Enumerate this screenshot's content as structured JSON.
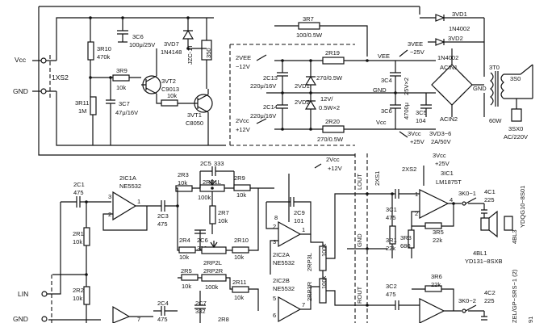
{
  "labels": {
    "vcc": "Vcc",
    "gnd": "GND",
    "xs2": "1XS2",
    "r10": "3R10",
    "r10v": "470k",
    "c6t": "3C6",
    "c6tv": "100μ/25V",
    "vd7": "3VD7",
    "vd7v": "1N4148",
    "jzc": "JZC-1T",
    "k350": "350",
    "r9": "3R9",
    "r9v": "10k",
    "vt2": "3VT2",
    "vt2v": "C9013",
    "r11": "3R11",
    "r11v": "1M",
    "c7": "3C7",
    "c7v": "47μ/16V",
    "r10k": "10k",
    "vt1": "3VT1",
    "vt1v": "C8050",
    "r7t": "3R7",
    "r7tv": "100/0.5W",
    "vee_ps": "2VEE",
    "m12": "−12V",
    "vee": "VEE",
    "vee25": "3VEE",
    "m25": "−25V",
    "c13": "2C13",
    "c13v": "220μ/16V",
    "r19": "2R19",
    "r19v": "270/0.5W",
    "vd1x": "2VD1",
    "c14": "2C14",
    "c14v": "220μ/16V",
    "vd2x": "2VD2",
    "v12": "12V/",
    "v05": "0.5W×2",
    "r20": "2R20",
    "r20v": "270/0.5W",
    "vcc_ps": "2Vcc",
    "p12": "+12V",
    "vccr": "Vcc",
    "c4": "3C4",
    "c4v": "25V×2",
    "c4v2": "4700μ",
    "c6b": "3C6",
    "c5": "3C5",
    "c5v": "104",
    "acin1": "ACIN1",
    "acin2": "ACIN2",
    "vd3": "3VD3~6",
    "vd3v": "2A/50V",
    "vcc25": "3Vcc",
    "p25": "+25V",
    "vd1": "3VD1",
    "vd1v": "1N4002",
    "vd2": "3VD2",
    "vd2v": "1N4002",
    "t0": "3T0",
    "s0": "3S0",
    "w60": "60W",
    "sx0": "3SX0",
    "ac220": "AC/220V",
    "vcc12": "2Vcc",
    "p12b": "+12V",
    "xs1": "2XS1",
    "lout": "LOUT",
    "rout": "ROUT",
    "gnd2": "GND",
    "c1": "2C1",
    "c1v": "475",
    "ic1a": "2IC1A",
    "ic1av": "NE5532",
    "r1": "2R1",
    "r1v": "10k",
    "r2": "2R2",
    "r2v": "10k",
    "c3": "2C3",
    "c3v": "475",
    "r3": "2R3",
    "r3v": "10k",
    "c5a": "2C5",
    "c5av": "333",
    "rp1": "2RP1L",
    "rp1v": "100k",
    "r9b": "2R9",
    "r9bv": "10k",
    "r7": "2R7",
    "r7v": "10k",
    "c6": "2C6",
    "c6v": "332",
    "r4": "2R4",
    "r4v": "10k",
    "r10b": "2R10",
    "r10bv": "10k",
    "rp2l": "2RP2L",
    "c9": "2C9",
    "c9v": "101",
    "ic2a": "2IC2A",
    "ic2av": "NE5532",
    "rp3l": "2RP3L",
    "k100": "100k",
    "r5": "2R5",
    "r5v": "10k",
    "rp2r": "2RP2R",
    "rp2rv": "100k",
    "r11b": "2R11",
    "r11bv": "10k",
    "c7b": "2C7",
    "c7bv": "332",
    "r8": "2R8",
    "ic2b": "2IC2B",
    "ic2bv": "NE5532",
    "rp3r": "2RP3R",
    "c4b": "2C4",
    "c4bv": "475",
    "lin": "LIN",
    "gnd3": "GND",
    "vcc3": "3Vcc",
    "xs2b": "2XS2",
    "ic1": "3IC1",
    "ic1v": "LM1875T",
    "c1b": "3C1",
    "c1bv": "475",
    "r3b": "3R3",
    "r3bv": "680",
    "r1b": "3R1",
    "r1bv": "22k",
    "r5b": "3R5",
    "r5bv": "22k",
    "k01": "3K0−1",
    "c1c": "4C1",
    "c1cv": "225",
    "bl3": "4BL3",
    "bl3v": "YDQG10−8S01",
    "bl1": "4BL1",
    "bl1v": "YD131−8SXB",
    "c2b": "3C2",
    "c2bv": "475",
    "r6b": "3R6",
    "r6bv": "22k",
    "k02": "3K0−2",
    "c2c": "4C2",
    "c2cv": "225",
    "pin8": "8",
    "pin3": "3",
    "pin2": "2",
    "pin1": "1",
    "pin5": "5",
    "pin6": "6",
    "pin7": "7",
    "pin4": "4",
    "series": "ZEL/GP−SRS−1 (2)",
    "k91": "91"
  }
}
